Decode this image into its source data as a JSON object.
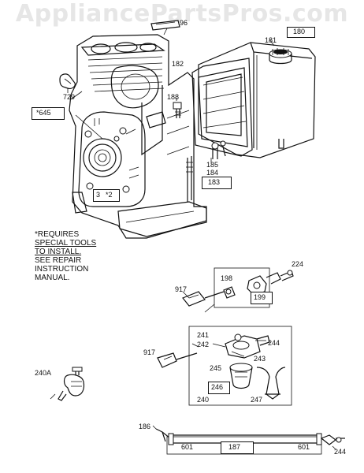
{
  "watermark": "AppliancePartsPros.com",
  "note_lines": [
    "*REQUIRES",
    "SPECIAL TOOLS",
    "TO INSTALL.",
    "SEE REPAIR",
    "INSTRUCTION",
    "MANUAL."
  ],
  "part_labels": {
    "p96": "96",
    "p180": "180",
    "p181": "181",
    "p182": "182",
    "p729": "729",
    "p188": "188",
    "p645": "*645",
    "p185": "185",
    "p184": "184",
    "p183": "183",
    "p3": "3",
    "p2": "*2",
    "p224": "224",
    "p198": "198",
    "p917a": "917",
    "p199": "199",
    "p241": "241",
    "p242": "242",
    "p244a": "244",
    "p243": "243",
    "p917b": "917",
    "p245": "245",
    "p246": "246",
    "p240A": "240A",
    "p240": "240",
    "p247": "247",
    "p186": "186",
    "p601a": "601",
    "p187": "187",
    "p601b": "601",
    "p244b": "244"
  }
}
